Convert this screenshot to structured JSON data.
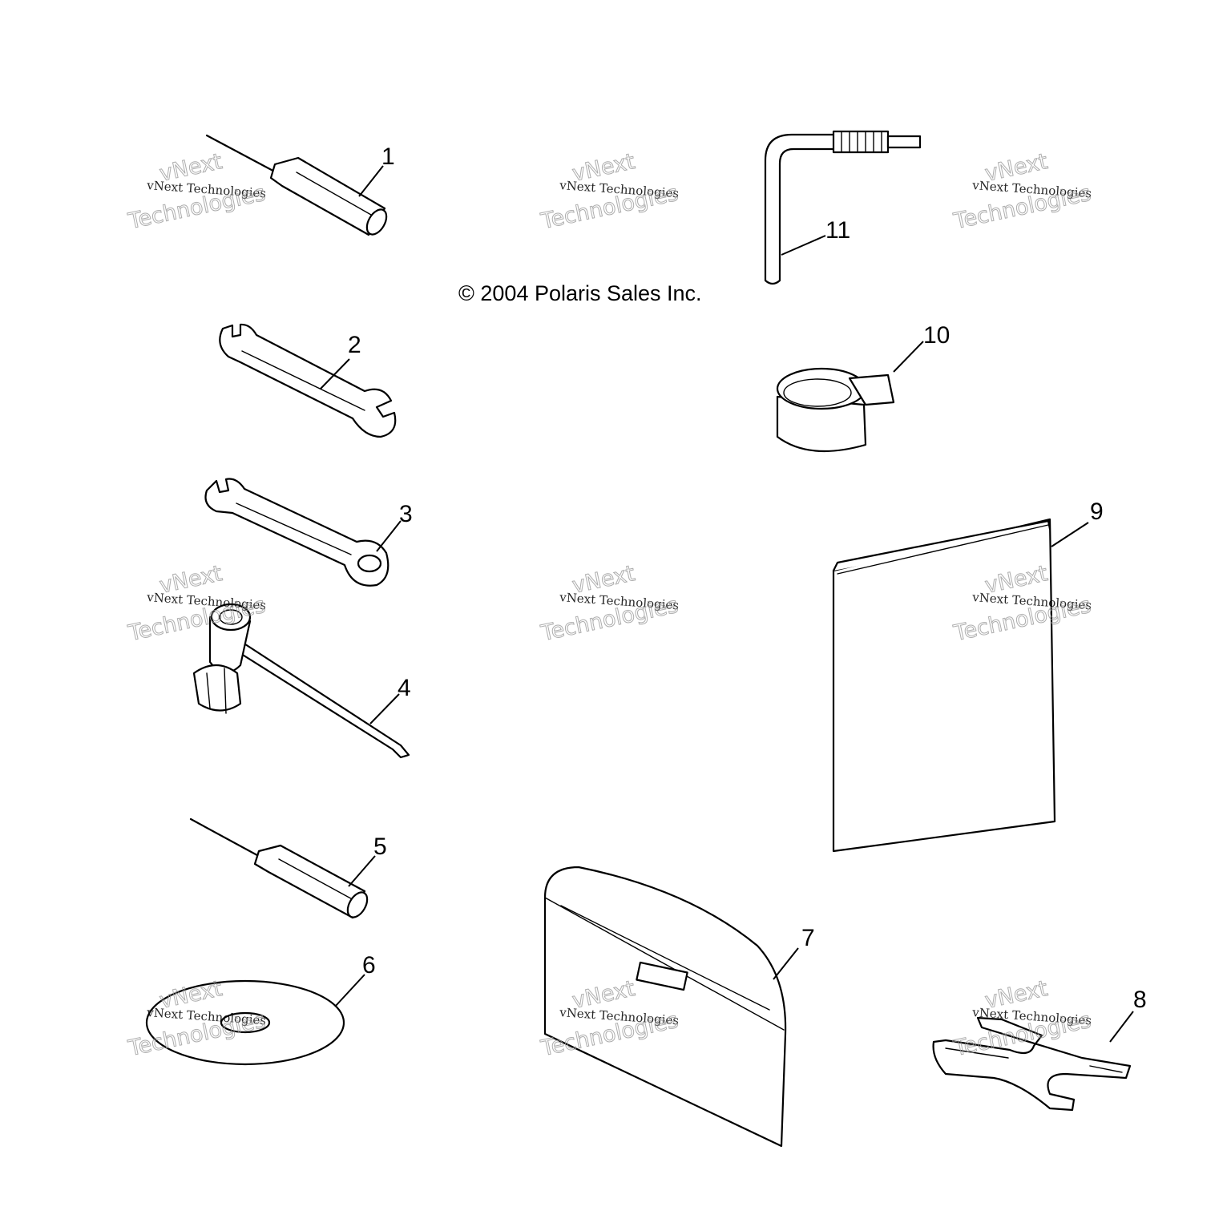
{
  "copyright": "© 2004 Polaris Sales Inc.",
  "callouts": [
    "1",
    "2",
    "3",
    "4",
    "5",
    "6",
    "7",
    "8",
    "9",
    "10",
    "11"
  ],
  "parts": [
    {
      "number": "1",
      "icon": "screwdriver-icon"
    },
    {
      "number": "2",
      "icon": "open-end-wrench-icon"
    },
    {
      "number": "3",
      "icon": "combination-wrench-icon"
    },
    {
      "number": "4",
      "icon": "spark-plug-socket-wrench-icon"
    },
    {
      "number": "5",
      "icon": "screwdriver-icon"
    },
    {
      "number": "6",
      "icon": "cd-disc-icon"
    },
    {
      "number": "7",
      "icon": "document-envelope-icon"
    },
    {
      "number": "8",
      "icon": "spring-compressor-tool-icon"
    },
    {
      "number": "9",
      "icon": "owners-manual-icon"
    },
    {
      "number": "10",
      "icon": "tape-strap-icon"
    },
    {
      "number": "11",
      "icon": "l-hex-key-icon"
    }
  ],
  "watermark": {
    "line1": "vNext",
    "line2": "vNext Technologies",
    "line3": "Technologies"
  }
}
